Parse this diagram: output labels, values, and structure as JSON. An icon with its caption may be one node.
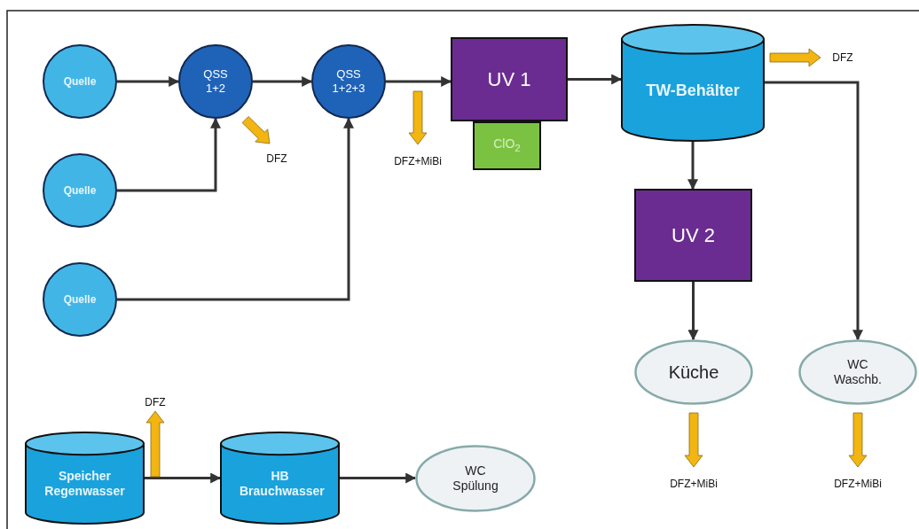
{
  "diagram": {
    "nodes": [
      {
        "text": [
          "Quelle"
        ]
      },
      {
        "text": [
          "Quelle"
        ]
      },
      {
        "text": [
          "Quelle"
        ]
      },
      {
        "text": [
          "QSS 1+2"
        ]
      },
      {
        "text": [
          "QSS 1+2+3"
        ]
      },
      {
        "text": [
          "UV 1"
        ]
      },
      {
        "text": [
          "ClO$_{2}$"
        ]
      },
      {
        "text": [
          "TW-Behälter"
        ]
      },
      {
        "text": [
          "UV 2"
        ]
      },
      {
        "text": [
          "Küche"
        ]
      },
      {
        "text": [
          "WC Waschb."
        ]
      },
      {
        "text": [
          "Speicher Regenwasser"
        ]
      },
      {
        "text": [
          "HB Brauchwasser"
        ]
      },
      {
        "text": [
          "WC Spülung"
        ]
      },
      {
        "text": [
          "DFZ"
        ]
      },
      {
        "text": [
          "DFZ+MiBi"
        ]
      },
      {
        "text": [
          "DFZ"
        ]
      },
      {
        "text": [
          "DFZ+MiBi"
        ]
      },
      {
        "text": [
          "DFZ+MiBi"
        ]
      },
      {
        "text": [
          "DFZ"
        ]
      }
    ],
    "edges": [
      {
        "from": 0,
        "to": 3,
        "arrow": "to"
      },
      {
        "from": 1,
        "to": 3,
        "arrow": "to"
      },
      {
        "from": 3,
        "to": 4,
        "arrow": "to"
      },
      {
        "from": 2,
        "to": 4,
        "arrow": "to"
      },
      {
        "from": 4,
        "to": 5,
        "arrow": "to"
      },
      {
        "from": 5,
        "to": 7,
        "arrow": "to"
      },
      {
        "from": 7,
        "to": 8,
        "arrow": "to"
      },
      {
        "from": 8,
        "to": 9,
        "arrow": "to"
      },
      {
        "from": 7,
        "to": 10,
        "arrow": "to"
      },
      {
        "from": 11,
        "to": 12,
        "arrow": "to"
      },
      {
        "from": 12,
        "to": 13,
        "arrow": "to"
      },
      {
        "from": 3,
        "to": 14,
        "arrow": "to",
        "style": "thick",
        "color": "#f2b511"
      },
      {
        "from": null,
        "to": 15,
        "arrow": "to",
        "style": "thick",
        "color": "#f2b511"
      },
      {
        "from": 7,
        "to": 16,
        "arrow": "to",
        "style": "thick",
        "color": "#f2b511"
      },
      {
        "from": 9,
        "to": 17,
        "arrow": "to",
        "style": "thick",
        "color": "#f2b511"
      },
      {
        "from": 10,
        "to": 18,
        "arrow": "to",
        "style": "thick",
        "color": "#f2b511"
      },
      {
        "from": null,
        "to": 19,
        "arrow": "to",
        "style": "thick",
        "color": "#f2b511"
      }
    ]
  }
}
